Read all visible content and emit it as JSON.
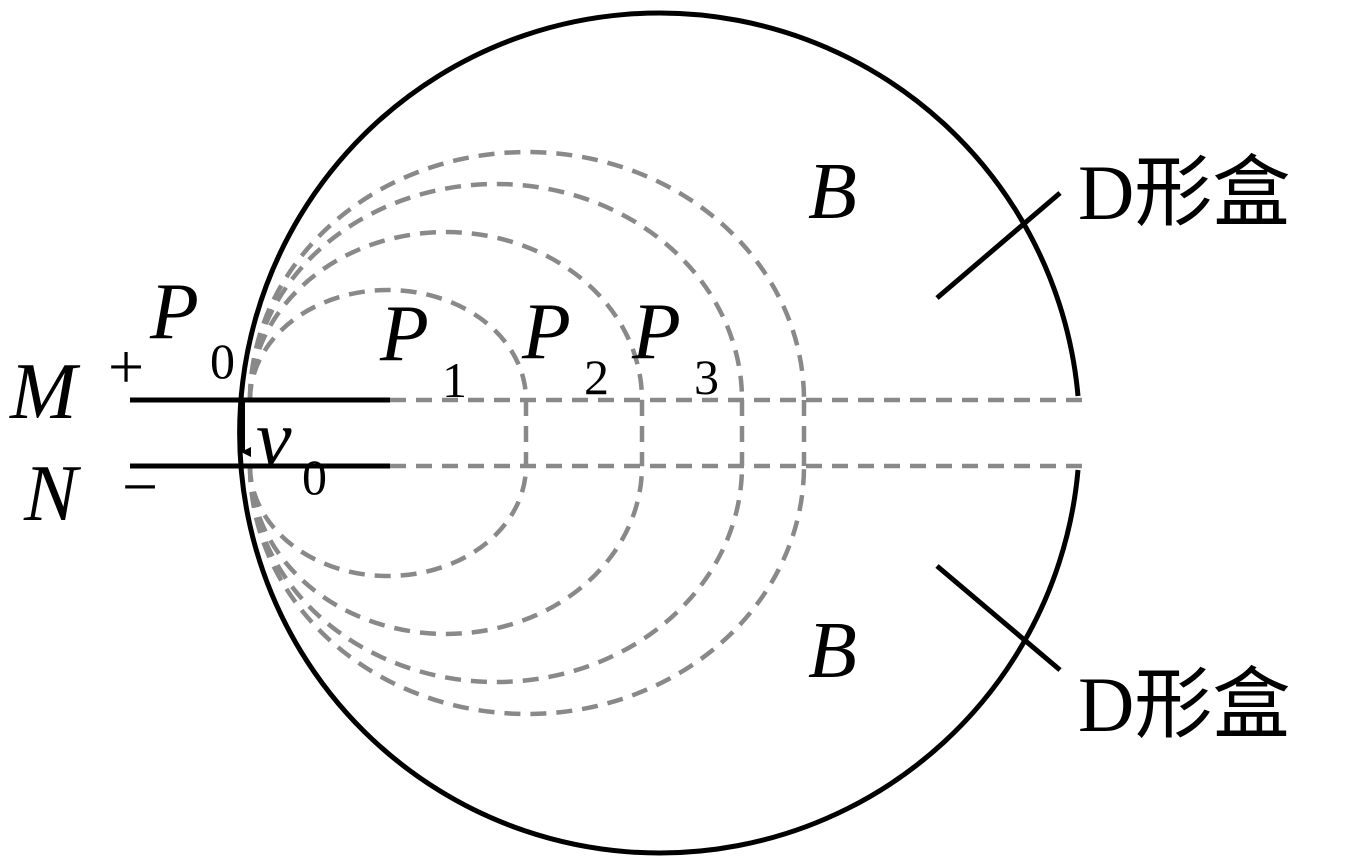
{
  "labels": {
    "M": "M",
    "N": "N",
    "plus": "+",
    "minus": "−",
    "P": "P",
    "v": "v",
    "B": "B",
    "sub0": "0",
    "sub1": "1",
    "sub2": "2",
    "sub3": "3",
    "d_box": "D形盒"
  }
}
